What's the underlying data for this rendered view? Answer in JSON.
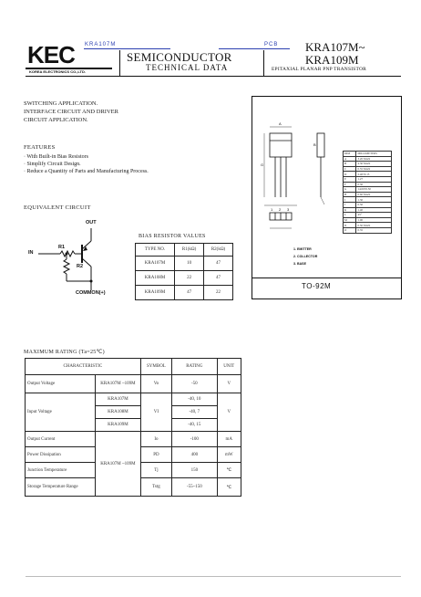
{
  "header": {
    "part_ref_left": "KRA107M",
    "part_ref_right": "PCB",
    "logo": "KEC",
    "company": "KOREA ELECTRONICS CO.,LTD.",
    "title_line1": "SEMICONDUCTOR",
    "title_line2": "TECHNICAL DATA",
    "part_line1": "KRA107M~",
    "part_line2": "KRA109M",
    "part_desc": "EPITAXIAL PLANAR PNP TRANSISTOR"
  },
  "applications": [
    "SWITCHING APPLICATION.",
    "INTERFACE CIRCUIT AND DRIVER",
    "CIRCUIT APPLICATION."
  ],
  "features": {
    "heading": "FEATURES",
    "items": [
      "· With Built-in Bias Resistors",
      "· Simplify Circuit Design.",
      "· Reduce a Quantity of Parts and Manufacturing Process."
    ]
  },
  "equivalent_circuit": {
    "heading": "EQUIVALENT CIRCUIT",
    "out": "OUT",
    "in": "IN",
    "r1": "R1",
    "r2": "R2",
    "common": "COMMON(+)"
  },
  "bias_table": {
    "heading": "BIAS RESISTOR VALUES",
    "headers": [
      "TYPE NO.",
      "R1(kΩ)",
      "R2(kΩ)"
    ],
    "rows": [
      [
        "KRA107M",
        "10",
        "47"
      ],
      [
        "KRA108M",
        "22",
        "47"
      ],
      [
        "KRA109M",
        "47",
        "22"
      ]
    ]
  },
  "package": {
    "name": "TO-92M",
    "dim_headers": [
      "DIM",
      "MILLIMETERS"
    ],
    "dims": [
      [
        "A",
        "3.20 MAX"
      ],
      [
        "B",
        "4.30 MAX"
      ],
      [
        "C",
        "0.55 MAX"
      ],
      [
        "D",
        "2.40±0.15"
      ],
      [
        "E",
        "1.27"
      ],
      [
        "F",
        "0.30"
      ],
      [
        "G",
        "14.00±0.50"
      ],
      [
        "H",
        "0.60 MAX"
      ],
      [
        "I",
        "1.30"
      ],
      [
        "J",
        "0.50"
      ],
      [
        "K",
        "1.40"
      ],
      [
        "L",
        "45°"
      ],
      [
        "M",
        "1.00"
      ],
      [
        "N",
        "0.50 MAX"
      ],
      [
        "O",
        "0.35"
      ]
    ],
    "pins": [
      "1. EMITTER",
      "2. COLLECTOR",
      "3. BASE"
    ],
    "pin_labels": [
      "1",
      "2",
      "3"
    ]
  },
  "ratings": {
    "heading": "MAXIMUM RATING (Ta=25℃)",
    "headers": [
      "CHARACTERISTIC",
      "SYMBOL",
      "RATING",
      "UNIT"
    ],
    "output_voltage": {
      "name": "Output Voltage",
      "type": "KRA107M ~109M",
      "symbol": "Vo",
      "rating": "-50",
      "unit": "V"
    },
    "input_voltage": {
      "name": "Input Voltage",
      "symbol": "VI",
      "unit": "V",
      "rows": [
        {
          "type": "KRA107M",
          "rating": "-40, 10"
        },
        {
          "type": "KRA108M",
          "rating": "-40, 7"
        },
        {
          "type": "KRA109M",
          "rating": "-40, 15"
        }
      ]
    },
    "output_current": {
      "name": "Output Current",
      "symbol": "Io",
      "rating": "-100",
      "unit": "mA"
    },
    "group_type": "KRA107M ~109M",
    "power": {
      "name": "Power Dissipation",
      "symbol": "PD",
      "rating": "400",
      "unit": "mW"
    },
    "junction": {
      "name": "Junction Temperature",
      "symbol": "Tj",
      "rating": "150",
      "unit": "℃"
    },
    "storage": {
      "name": "Storage Temperature Range",
      "symbol": "Tstg",
      "rating": "-55~150",
      "unit": "℃"
    }
  }
}
